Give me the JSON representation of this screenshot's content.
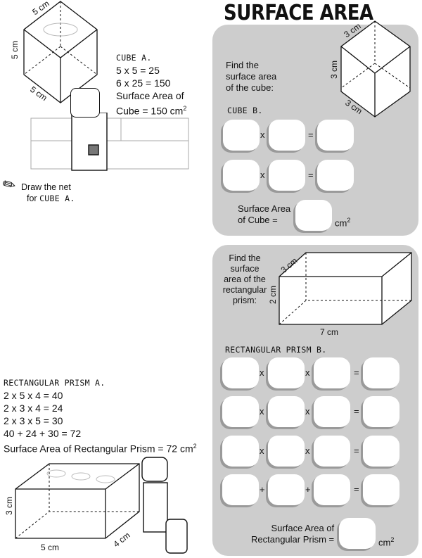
{
  "title": "SURFACE AREA",
  "cube_a": {
    "dim_top": "5 cm",
    "dim_left": "5 cm",
    "dim_bottom": "5 cm",
    "heading": "CUBE A.",
    "lines": [
      "5 x 5 = 25",
      "6 x 25 = 150",
      "Surface Area of"
    ],
    "result": "Cube = 150 cm",
    "result_sup": "2"
  },
  "net_prompt": {
    "line1": "Draw the net",
    "line2_prefix": "for ",
    "line2_hand": "CUBE A."
  },
  "cube_b": {
    "prompt": [
      "Find the",
      "surface area",
      "of the cube:"
    ],
    "heading": "CUBE B.",
    "dim_top": "3 cm",
    "dim_left": "3 cm",
    "dim_bottom": "3 cm",
    "rows": [
      [
        "x",
        "="
      ],
      [
        "x",
        "="
      ]
    ],
    "total_label": [
      "Surface Area",
      "of Cube ="
    ],
    "unit": "cm",
    "unit_sup": "2"
  },
  "prism_b": {
    "prompt": [
      "Find the",
      "surface",
      "area of the",
      "rectangular",
      "prism:"
    ],
    "dim_depth": "3 cm",
    "dim_height": "2 cm",
    "dim_length": "7 cm",
    "heading": "RECTANGULAR PRISM B.",
    "rows": [
      [
        "x",
        "x",
        "="
      ],
      [
        "x",
        "x",
        "="
      ],
      [
        "x",
        "x",
        "="
      ],
      [
        "+",
        "+",
        "="
      ]
    ],
    "total_label": [
      "Surface Area of",
      "Rectangular Prism ="
    ],
    "unit": "cm",
    "unit_sup": "2"
  },
  "prism_a": {
    "heading": "RECTANGULAR PRISM A.",
    "lines": [
      "2 x 5 x 4 = 40",
      "2 x 3 x 4 = 24",
      "2 x 3 x 5 = 30",
      "40 + 24 + 30 = 72"
    ],
    "result": "Surface Area of Rectangular Prism = 72 cm",
    "result_sup": "2",
    "dim_height": "3 cm",
    "dim_length": "5 cm",
    "dim_depth": "4 cm"
  }
}
